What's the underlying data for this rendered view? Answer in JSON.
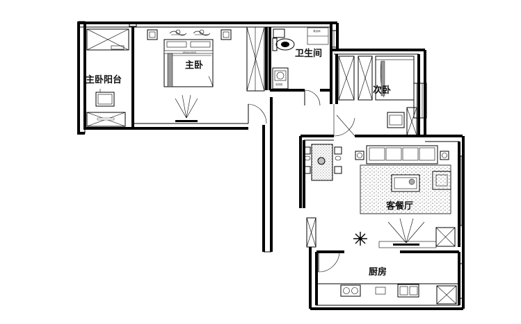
{
  "rooms": {
    "master_balcony": "主卧阳台",
    "master_bedroom": "主卧",
    "bathroom": "卫生间",
    "second_bedroom": "次卧",
    "living_dining": "客餐厅",
    "kitchen": "厨房"
  },
  "annotations": {
    "bed_size": "1800x2000",
    "appliance": "洗衣机"
  }
}
